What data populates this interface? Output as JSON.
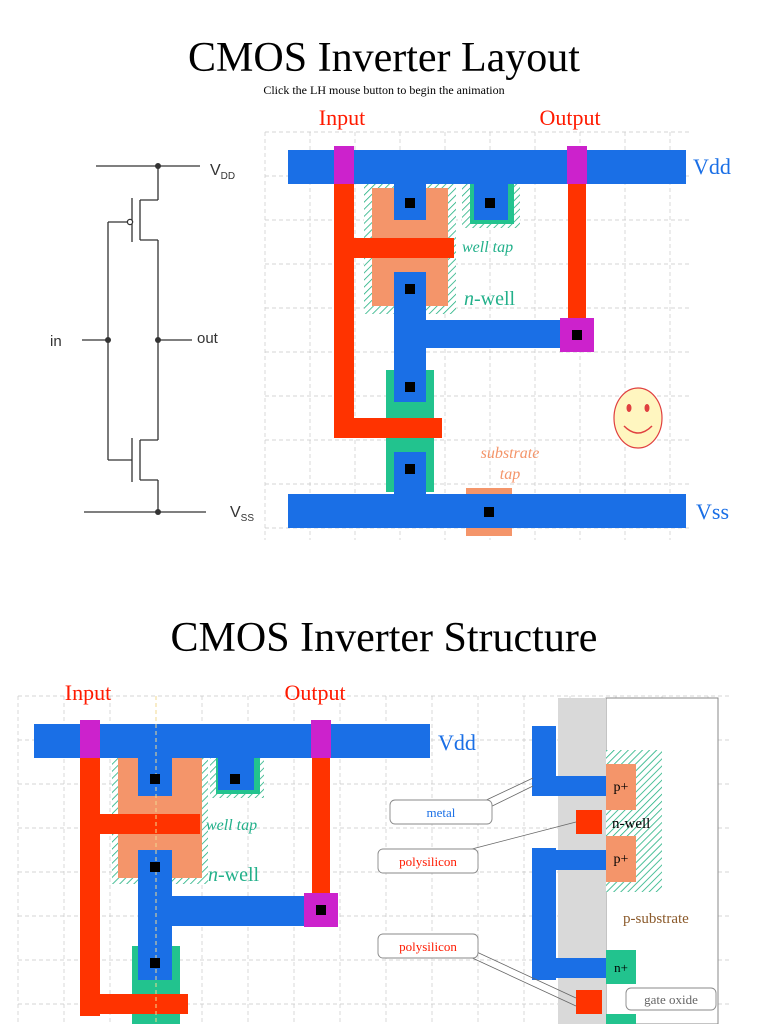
{
  "slide1": {
    "title": "CMOS Inverter Layout",
    "subtitle": "Click the LH mouse button to begin the animation",
    "schematic": {
      "vdd": "V",
      "vdd_sub": "DD",
      "vss": "V",
      "vss_sub": "SS",
      "in": "in",
      "out": "out"
    },
    "labels": {
      "input": "Input",
      "output": "Output",
      "vdd": "Vdd",
      "vss": "Vss",
      "well_tap": "well tap",
      "n_well_italic": "n",
      "n_well_rest": "-well",
      "substrate": "substrate",
      "tap": "tap"
    }
  },
  "slide2": {
    "title": "CMOS Inverter Structure",
    "labels": {
      "input": "Input",
      "output": "Output",
      "vdd": "Vdd",
      "well_tap": "well tap",
      "n_well_italic": "n",
      "n_well_rest": "-well"
    },
    "callouts": {
      "metal": "metal",
      "poly1": "polysilicon",
      "poly2": "polysilicon",
      "gate_oxide": "gate oxide"
    },
    "cross_section": {
      "p_plus_1": "p+",
      "n_well": "n-well",
      "p_plus_2": "p+",
      "p_substrate": "p-substrate",
      "n_plus": "n+"
    }
  },
  "colors": {
    "metal": "#1a6fe6",
    "poly": "#ff3300",
    "contact_via": "#cc22cc",
    "p_diff": "#f4956a",
    "n_diff": "#22c38e",
    "well_hatch": "#20b080",
    "label_red": "#ff1a00",
    "label_blue": "#1a6fe6",
    "label_green": "#22b08a",
    "label_orange": "#f4956a",
    "substrate_brown": "#8b5a2b",
    "oxide_grey": "#d9d9d9"
  }
}
